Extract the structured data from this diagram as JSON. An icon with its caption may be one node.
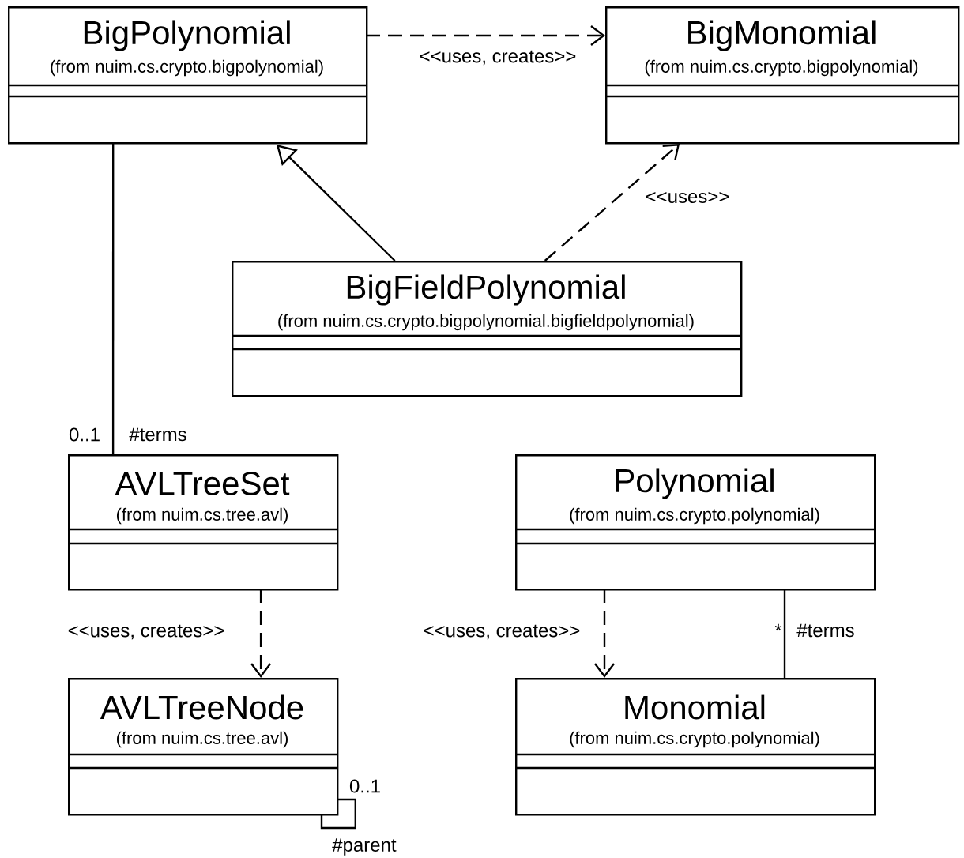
{
  "diagram": {
    "nodes": [
      {
        "text": [
          "BigPolynomial",
          "(from nuim.cs.crypto.bigpolynomial)"
        ]
      },
      {
        "text": [
          "BigMonomial",
          "(from nuim.cs.crypto.bigpolynomial)"
        ]
      },
      {
        "text": [
          "BigFieldPolynomial",
          "(from nuim.cs.crypto.bigpolynomial.bigfieldpolynomial)"
        ]
      },
      {
        "text": [
          "AVLTreeSet",
          "(from nuim.cs.tree.avl)"
        ]
      },
      {
        "text": [
          "Polynomial",
          "(from nuim.cs.crypto.polynomial)"
        ]
      },
      {
        "text": [
          "AVLTreeNode",
          "(from nuim.cs.tree.avl)"
        ]
      },
      {
        "text": [
          "Monomial",
          "(from nuim.cs.crypto.polynomial)"
        ]
      }
    ],
    "edges": [
      {
        "from": 0,
        "to": 1,
        "arrow": "to",
        "style": "dashed",
        "label": "<<uses, creates>>"
      },
      {
        "from": 2,
        "to": 0,
        "arrow": "to"
      },
      {
        "from": 2,
        "to": 1,
        "arrow": "to",
        "style": "dashed",
        "label": "<<uses>>"
      },
      {
        "from": 0,
        "to": 3,
        "arrow": "none"
      },
      {
        "from": 3,
        "to": 5,
        "arrow": "to",
        "style": "dashed",
        "label": "<<uses, creates>>"
      },
      {
        "from": 4,
        "to": 6,
        "arrow": "to",
        "style": "dashed",
        "label": "<<uses, creates>>"
      },
      {
        "from": 4,
        "to": 6,
        "arrow": "none"
      },
      {
        "from": 5,
        "to": 5,
        "arrow": "none"
      }
    ],
    "labels": [
      "0..1",
      "#terms",
      "*",
      "#terms",
      "0..1",
      "#parent"
    ]
  }
}
